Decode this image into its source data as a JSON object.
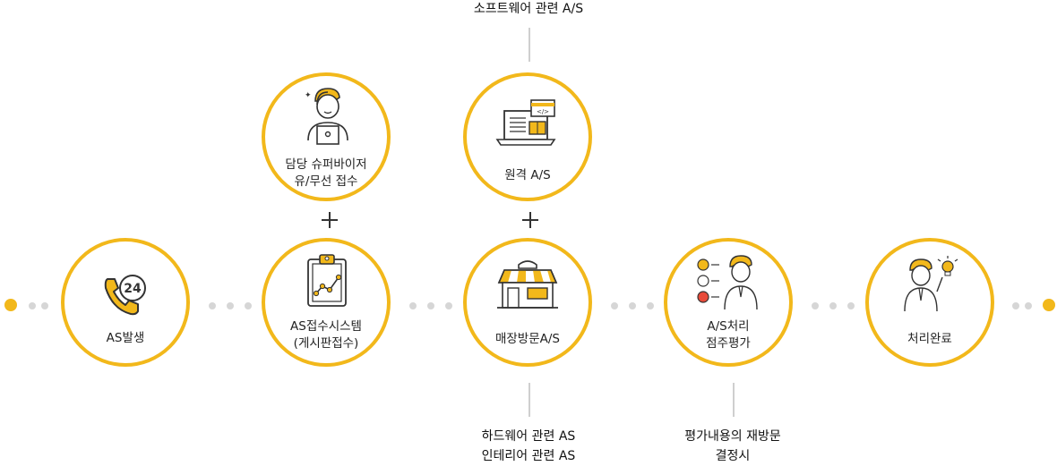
{
  "colors": {
    "accent": "#f2b81b",
    "dot": "#d6d6d6",
    "line": "#cfcfcf",
    "text": "#222222"
  },
  "notes": {
    "software": "소프트웨어 관련 A/S",
    "hardware_1": "하드웨어 관련 AS",
    "hardware_2": "인테리어 관련 AS",
    "revisit_1": "평가내용의 재방문",
    "revisit_2": "결정시"
  },
  "steps": {
    "as_occur": {
      "label": "AS발생",
      "icon": "phone-24-icon"
    },
    "supervisor": {
      "line1": "담당 슈퍼바이저",
      "line2": "유/무선 접수",
      "icon": "headset-supervisor-icon"
    },
    "reception_system": {
      "line1": "AS접수시스템",
      "line2": "(게시판접수)",
      "icon": "clipboard-chart-icon"
    },
    "remote": {
      "label": "원격 A/S",
      "icon": "laptop-code-icon"
    },
    "visit": {
      "label": "매장방문A/S",
      "icon": "storefront-icon"
    },
    "evaluation": {
      "line1": "A/S처리",
      "line2": "점주평가",
      "icon": "feedback-faces-icon"
    },
    "complete": {
      "label": "처리완료",
      "icon": "idea-person-icon"
    }
  }
}
